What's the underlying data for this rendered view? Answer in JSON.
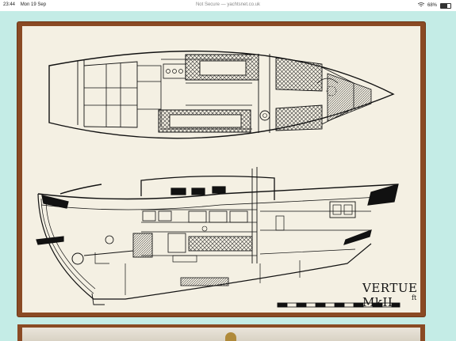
{
  "status_bar": {
    "time": "23:44",
    "date": "Mon 19 Sep",
    "security_label": "Not Secure",
    "separator": "—",
    "url": "yachtsnet.co.uk",
    "battery": "68%"
  },
  "drawing": {
    "title": "VERTUE MkII",
    "scale_unit": "ft"
  }
}
